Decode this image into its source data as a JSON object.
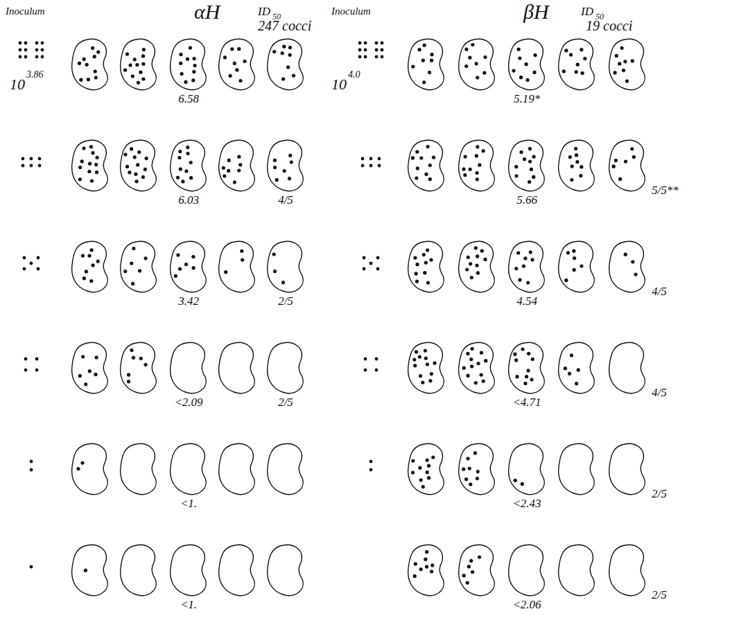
{
  "diagram": {
    "labels": [
      "Inoculum",
      "αH",
      "ID",
      "50",
      "247 cocci",
      "Inoculum",
      "βH",
      "ID",
      "50",
      "19 cocci",
      "10",
      "3.86",
      "6.58",
      "6.03",
      "4/5",
      "3.42",
      "2/5",
      "<2.09",
      "2/5",
      "<1.",
      "<1.",
      "10",
      "4.0",
      "5.19*",
      "5.66",
      "5/5**",
      "4.54",
      "4/5",
      "<4.71",
      "4/5",
      "<2.43",
      "2/5",
      "<2.06",
      "2/5"
    ]
  }
}
